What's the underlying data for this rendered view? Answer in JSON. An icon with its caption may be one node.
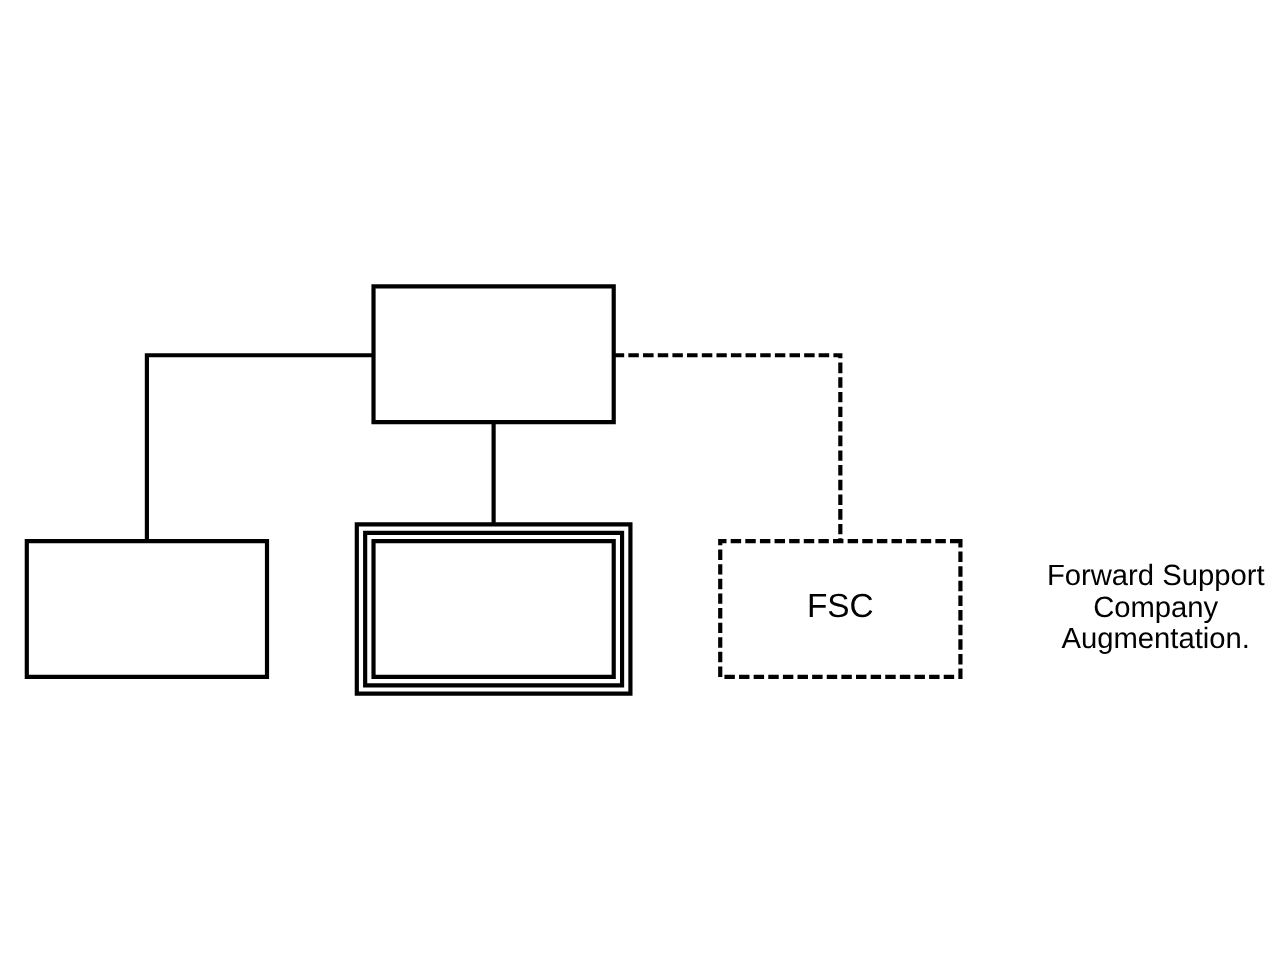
{
  "diagram": {
    "nodes": [
      {
        "text": [],
        "shape": "box"
      },
      {
        "text": [],
        "shape": "box"
      },
      {
        "text": [],
        "shape": "box"
      },
      {
        "text": [
          "FSC"
        ],
        "beside": [
          "Forward Support Company Augmentation."
        ]
      }
    ],
    "edges": [
      {
        "from": 0,
        "to": 1,
        "arrow": "none"
      },
      {
        "from": 0,
        "to": 2,
        "arrow": "none"
      },
      {
        "from": 0,
        "to": 3,
        "arrow": "none",
        "style": "dashed"
      }
    ]
  }
}
